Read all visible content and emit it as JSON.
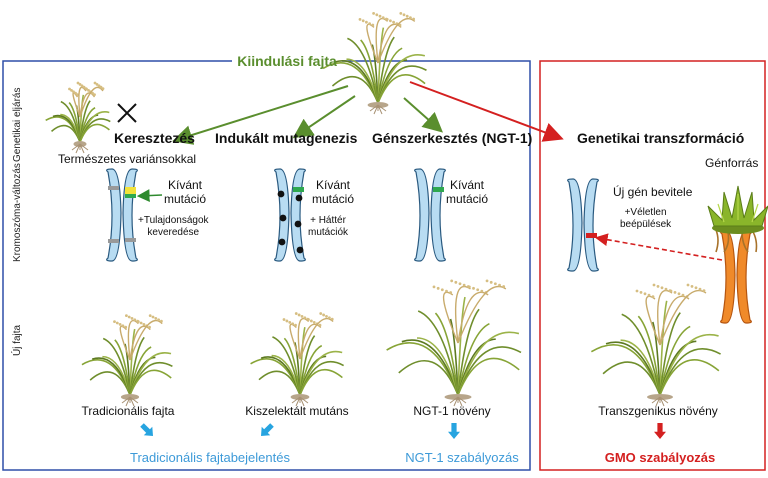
{
  "start": {
    "title": "Kiindulási fajta",
    "color": "#5a8e2e"
  },
  "side_labels": {
    "genetic": "Genetikai eljárás",
    "chromosome": "Kromoszóma-változás",
    "variety": "Új fajta"
  },
  "methods": {
    "crossing": {
      "title": "Keresztezés",
      "subtitle": "Természetes variánsokkal",
      "mutation": "Kívánt\nmutáció",
      "note": "+Tulajdonságok\nkeveredése",
      "result": "Tradicionális fajta"
    },
    "mutagenesis": {
      "title": "Indukált mutagenezis",
      "mutation": "Kívánt\nmutáció",
      "note": "+ Háttér\nmutációk",
      "result": "Kiszelektált mutáns"
    },
    "editing": {
      "title": "Génszerkesztés (NGT-1)",
      "mutation": "Kívánt\nmutáció",
      "result": "NGT-1 növény"
    },
    "transformation": {
      "title": "Genetikai transzformáció",
      "source": "Génforrás",
      "mutation": "Új gén bevitele",
      "note": "+Véletlen\nbeépülések",
      "result": "Transzgenikus növény"
    }
  },
  "regulation": {
    "traditional": "Tradicionális fajtabejelentés",
    "ngt1": "NGT-1 szabályozás",
    "gmo": "GMO szabályozás"
  },
  "colors": {
    "green": "#5a8e2e",
    "blue_frame": "#2f4fa8",
    "red": "#d42020",
    "reg_blue": "#3d9ad8",
    "chrom_fill": "#b8dcf2",
    "chrom_stroke": "#2a5a80",
    "arrow_blue": "#27a4e0"
  },
  "icons": [
    "rice-plant-icon",
    "cross-mark-icon",
    "chromosome-icon",
    "moss-plant-icon"
  ]
}
